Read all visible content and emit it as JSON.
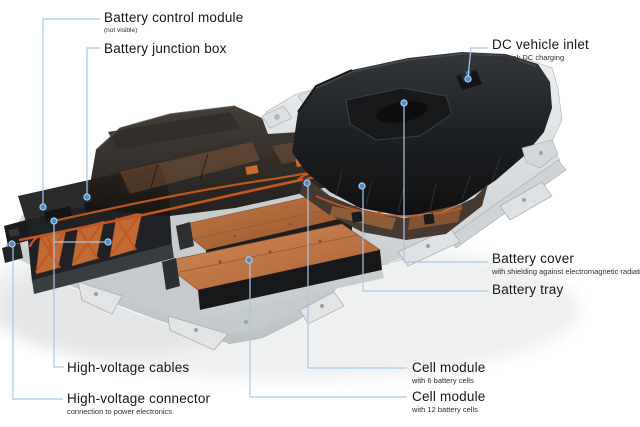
{
  "colors": {
    "leader_line": "#a9c7e6",
    "marker_dot": "#4a8fd2",
    "marker_ring": "#c3d9f0",
    "title_text": "#161616",
    "subtitle_text": "#2e2e2e",
    "copper_module": "#c07a48",
    "hv_cable_orange": "#c2581f",
    "tray_silver": "#d3d6d8",
    "cover_black": "#1d1f22"
  },
  "callouts": {
    "battery_control_module": {
      "title": "Battery control module",
      "subtitle": "(not visible)"
    },
    "battery_junction_box": {
      "title": "Battery junction box"
    },
    "dc_vehicle_inlet": {
      "title": "DC vehicle inlet",
      "subtitle": "for quick DC charging"
    },
    "battery_cover": {
      "title": "Battery cover",
      "subtitle": "with shielding against electromagnetic radiation"
    },
    "battery_tray": {
      "title": "Battery tray"
    },
    "cell_module_6": {
      "title": "Cell module",
      "subtitle": "with 6 battery cells"
    },
    "cell_module_12": {
      "title": "Cell module",
      "subtitle": "with 12 battery cells"
    },
    "high_voltage_cables": {
      "title": "High-voltage cables"
    },
    "high_voltage_connector": {
      "title": "High-voltage connector",
      "subtitle": "connection to power electronics"
    }
  }
}
